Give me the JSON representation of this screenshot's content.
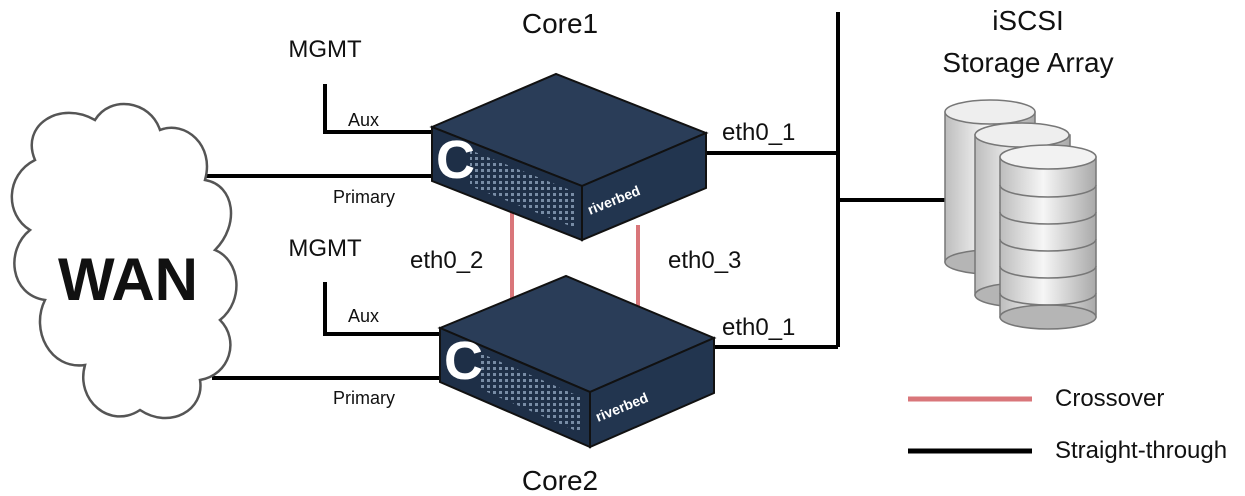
{
  "colors": {
    "crossover": "#d9767a",
    "straight": "#000000",
    "device": "#22354f",
    "device_dark": "#1a2a40",
    "device_light": "#3a5070"
  },
  "labels": {
    "core1": "Core1",
    "core2": "Core2",
    "storage_line1": "iSCSI",
    "storage_line2": "Storage Array",
    "wan": "WAN",
    "mgmt_top": "MGMT",
    "mgmt_bottom": "MGMT",
    "aux_top": "Aux",
    "aux_bottom": "Aux",
    "primary_top": "Primary",
    "primary_bottom": "Primary",
    "eth0_1_top": "eth0_1",
    "eth0_1_bottom": "eth0_1",
    "eth0_2": "eth0_2",
    "eth0_3": "eth0_3",
    "brand_top": "riverbed",
    "brand_bottom": "riverbed",
    "logo_top": "C",
    "logo_bottom": "C"
  },
  "legend": {
    "crossover": "Crossover",
    "straight": "Straight-through"
  },
  "icons": {
    "cloud": "cloud-icon",
    "appliance": "riverbed-appliance-icon",
    "storage": "database-stack-icon"
  }
}
